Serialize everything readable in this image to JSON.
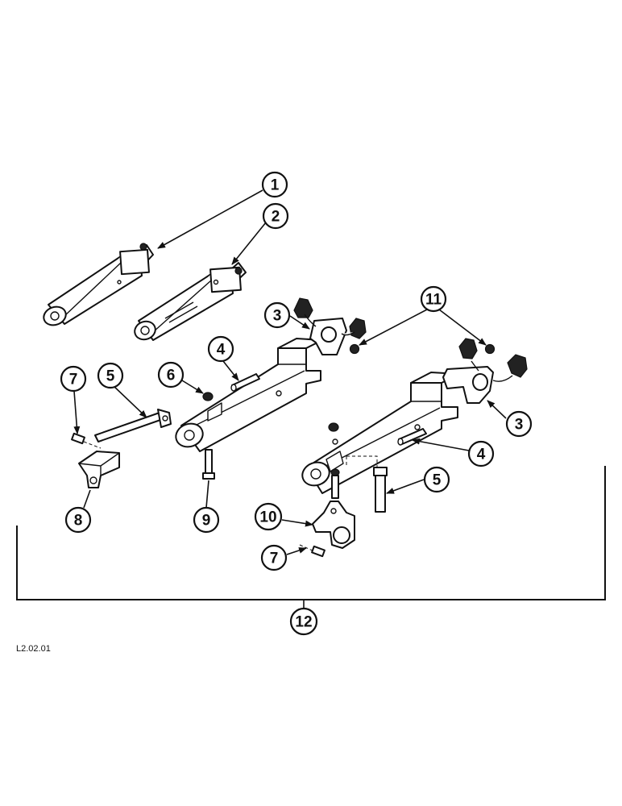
{
  "drawing_ref": "L2.02.01",
  "callouts": {
    "c1": "1",
    "c2": "2",
    "c3a": "3",
    "c3b": "3",
    "c4a": "4",
    "c4b": "4",
    "c5a": "5",
    "c5b": "5",
    "c6": "6",
    "c7a": "7",
    "c7b": "7",
    "c8": "8",
    "c9": "9",
    "c10": "10",
    "c11": "11",
    "c12": "12"
  },
  "colors": {
    "line": "#111111",
    "background": "#ffffff"
  }
}
